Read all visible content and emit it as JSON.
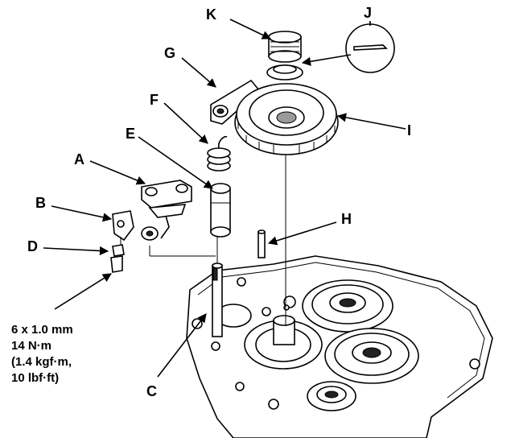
{
  "callouts": {
    "a": "A",
    "b": "B",
    "c": "C",
    "d": "D",
    "e": "E",
    "f": "F",
    "g": "G",
    "h": "H",
    "i": "I",
    "j": "J",
    "k": "K"
  },
  "torque_spec": {
    "bolt_size": "6 x 1.0 mm",
    "torque_nm": "14 N·m",
    "torque_kgfm": "(1.4 kgf·m,",
    "torque_lbfft": "10 lbf·ft)"
  }
}
